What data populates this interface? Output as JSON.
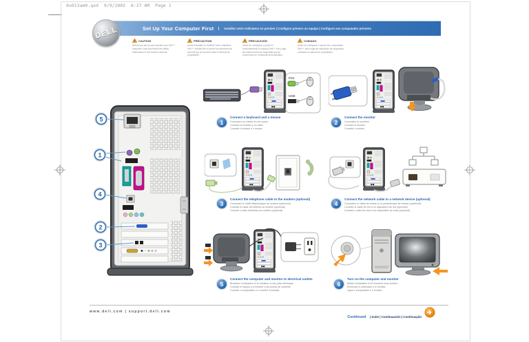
{
  "file_info": "6u013am0.qxd  9/9/2002  8:37 AM  Page 1",
  "header": {
    "brand": "DELL",
    "title": "Set Up Your Computer First",
    "subtitle": "Installez votre ordinateur en premier | Configure primero su equipo | Configure seu computador primeiro"
  },
  "cautions": [
    {
      "label": "CAUTION",
      "text": "Before you set up and operate your Dell™ computer, read and follow the safety instructions in the Owner's Manual."
    },
    {
      "label": "PRÉCAUTION",
      "text": "Avant d'installer et d'utiliser votre ordinateur Dell™, veuillez lire et suivre les directives de sécurité qui se trouvent dans le Manuel du propriétaire."
    },
    {
      "label": "PRECAUCIÓN",
      "text": "Antes de configurar y poner en funcionamiento su equipo Dell™, lea y siga las instrucciones de seguridad que se encuentran en el Manual del propietario."
    },
    {
      "label": "CUIDADO",
      "text": "Antes de configurar e operar seu computador Dell™, leia e siga as instruções de segurança contidas no manual do proprietário."
    }
  ],
  "tower": {
    "callouts": [
      "5",
      "1",
      "4",
      "2",
      "3"
    ]
  },
  "steps": [
    {
      "number": "1",
      "title": "Connect a keyboard and a mouse",
      "labels": [
        "PS2",
        "USB"
      ],
      "translations": [
        "Connectez un clavier et une souris",
        "Conecte un teclado y un ratón",
        "Conecte o teclado e o mouse"
      ]
    },
    {
      "number": "2",
      "title": "Connect the monitor",
      "translations": [
        "Connectez le moniteur",
        "Conecte el monitor",
        "Conecte o monitor"
      ]
    },
    {
      "number": "3",
      "title": "Connect the telephone cable to the modem (optional)",
      "translations": [
        "Connectez le câble téléphonique au modem (optionnel)",
        "Conecte el cable del teléfono al módem (opcional)",
        "Conecte o cabo telefônico ao modem (opcional)"
      ]
    },
    {
      "number": "4",
      "title": "Connect the network cable to a network device (optional)",
      "translations": [
        "Connectez le câble de réseau à un périphérique de réseau (optionnel)",
        "Conecte el cable de red a un dispositivo de red (opcional)",
        "Conecte o cabo de rede a um dispositivo de rede (opcional)"
      ]
    },
    {
      "number": "5",
      "title": "Connect the computer and monitor to electrical outlets",
      "translations": [
        "Branchez l'ordinateur et le moniteur à une prise électrique",
        "Conecte el equipo y el monitor a las tomas de corriente",
        "Conecte o computador e o monitor à tomada"
      ]
    },
    {
      "number": "6",
      "title": "Turn on the computer and monitor",
      "translations": [
        "Mettez l'ordinateur et le moniteur sous tension",
        "Encienda el ordenador y el monitor",
        "Ligue o computador e o monitor"
      ]
    }
  ],
  "footer": {
    "urls": "www.dell.com | support.dell.com",
    "continued": "Continued",
    "continued_rest": "| Suite | Continuación | Continuação"
  },
  "colors": {
    "header_blue": "#2f6cb2",
    "step_blue": "#1f5fae",
    "orange": "#f7941d"
  }
}
